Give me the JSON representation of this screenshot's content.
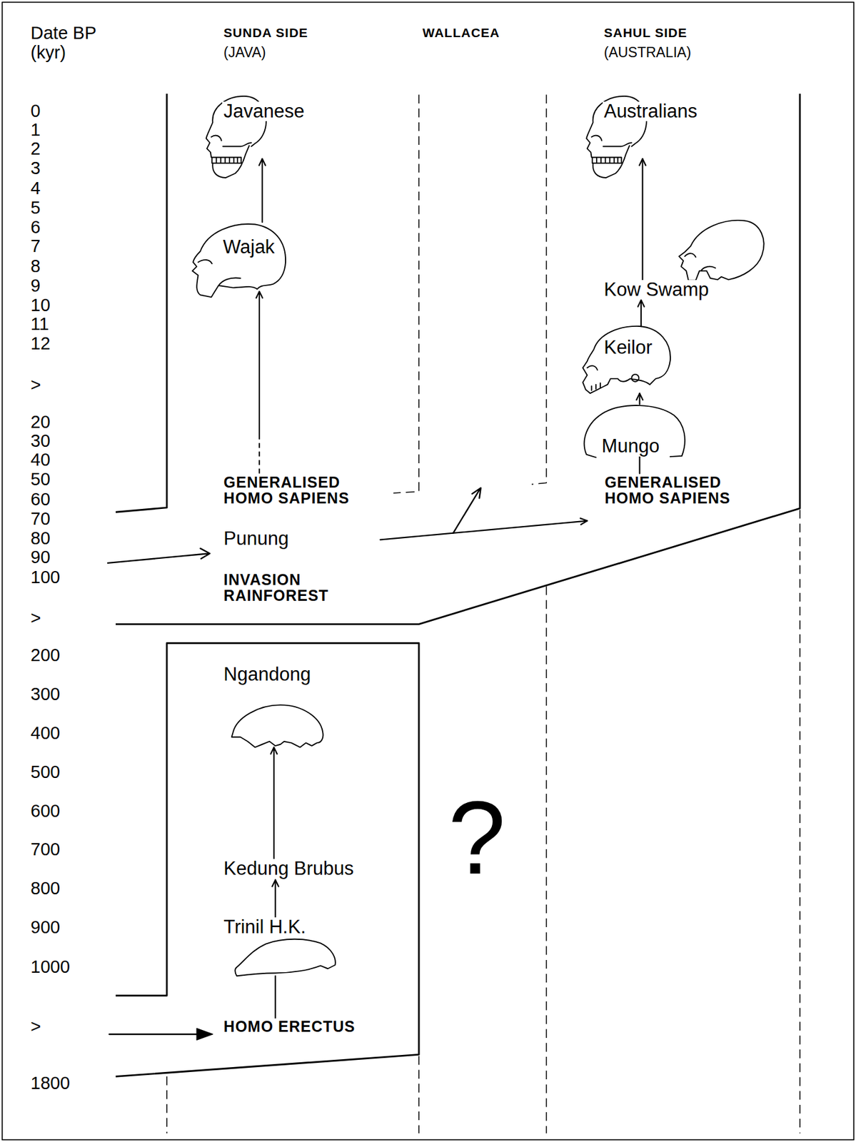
{
  "diagram": {
    "nodes": [
      {
        "text": [
          "Javanese"
        ]
      },
      {
        "text": [
          "Australians"
        ]
      },
      {
        "text": [
          "Wajak"
        ]
      },
      {
        "text": [
          "Kow Swamp"
        ]
      },
      {
        "text": [
          "Keilor"
        ]
      },
      {
        "text": [
          "Mungo"
        ]
      },
      {
        "text": [
          "GENERALISED HOMO SAPIENS"
        ]
      },
      {
        "text": [
          "GENERALISED HOMO SAPIENS"
        ]
      },
      {
        "text": [
          "Punung"
        ]
      },
      {
        "text": [
          "Ngandong"
        ]
      },
      {
        "text": [
          "Kedung Brubus"
        ]
      },
      {
        "text": [
          "Trinil H.K."
        ]
      },
      {
        "text": [
          "HOMO ERECTUS"
        ]
      }
    ],
    "edges": [
      {
        "from": 6,
        "to": 2,
        "arrow": "to"
      },
      {
        "from": 2,
        "to": 0,
        "arrow": "to"
      },
      {
        "from": 7,
        "to": 5,
        "arrow": "none"
      },
      {
        "from": 5,
        "to": 4,
        "arrow": "to"
      },
      {
        "from": 4,
        "to": 3,
        "arrow": "to"
      },
      {
        "from": 3,
        "to": 1,
        "arrow": "to"
      },
      {
        "from": 12,
        "to": 11,
        "arrow": "none"
      },
      {
        "from": 11,
        "to": 10,
        "arrow": "to"
      },
      {
        "from": 10,
        "to": 9,
        "arrow": "to"
      },
      {
        "from": 8,
        "to": 7,
        "arrow": "to"
      }
    ],
    "labels": [
      "Date BP",
      "(kyr)",
      "SUNDA SIDE",
      "(JAVA)",
      "WALLACEA",
      "SAHUL SIDE",
      "(AUSTRALIA)",
      "INVASION RAINFOREST",
      "0",
      "1",
      "2",
      "3",
      "4",
      "5",
      "6",
      "7",
      "8",
      "9",
      "10",
      "11",
      "12",
      ">",
      "20",
      "30",
      "40",
      "50",
      "60",
      "70",
      "80",
      "90",
      "100",
      ">",
      "200",
      "300",
      "400",
      "500",
      "600",
      "700",
      "800",
      "900",
      "1000",
      ">",
      "1800",
      "?"
    ]
  }
}
